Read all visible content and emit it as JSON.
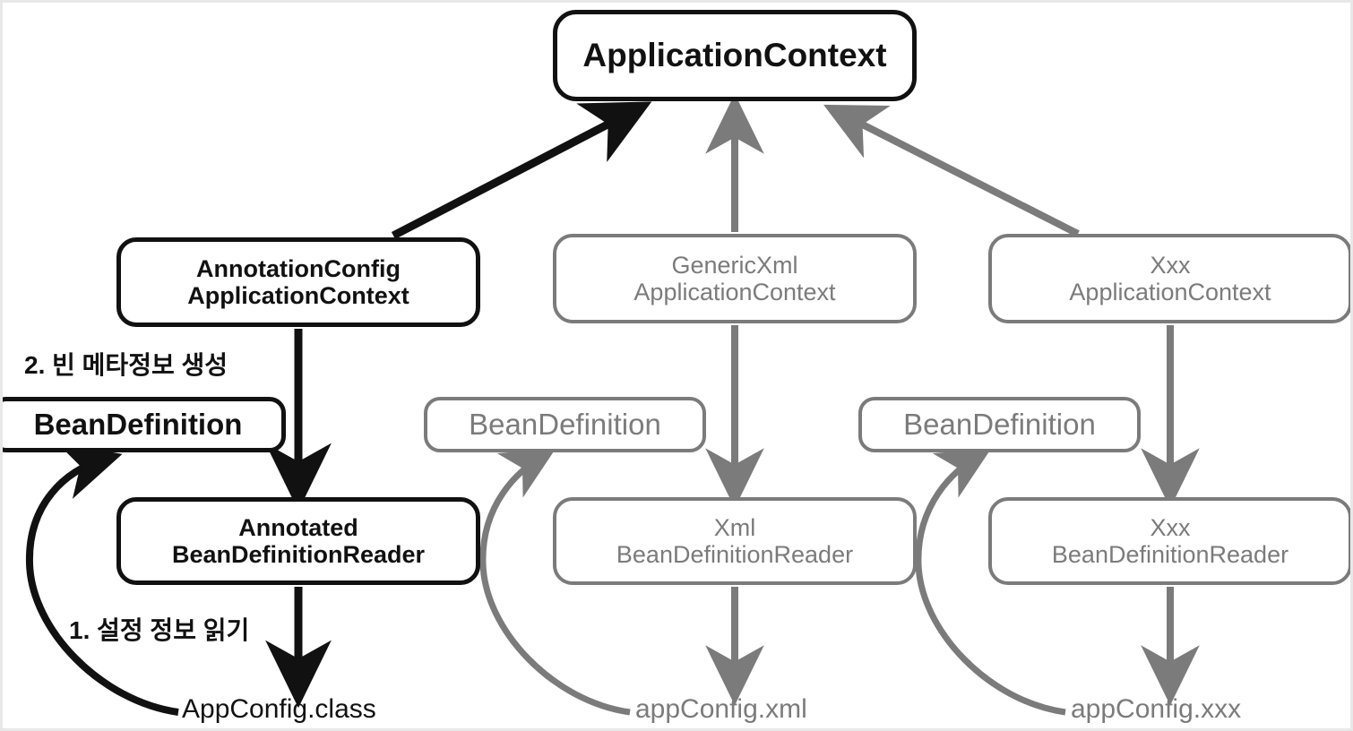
{
  "diagram": {
    "title": "Spring ApplicationContext / BeanDefinition reader flow",
    "colors": {
      "black": "#111111",
      "grey": "#7b7b7b",
      "background": "#ffffff",
      "frame_border": "#e8e8e8"
    }
  },
  "nodes": {
    "application_context": {
      "line1": "ApplicationContext"
    },
    "annotation_config_context": {
      "line1": "AnnotationConfig",
      "line2": "ApplicationContext"
    },
    "generic_xml_context": {
      "line1": "GenericXml",
      "line2": "ApplicationContext"
    },
    "xxx_context": {
      "line1": "Xxx",
      "line2": "ApplicationContext"
    },
    "bean_definition_left": {
      "line1": "BeanDefinition"
    },
    "bean_definition_mid": {
      "line1": "BeanDefinition"
    },
    "bean_definition_right": {
      "line1": "BeanDefinition"
    },
    "annotated_bean_definition_reader": {
      "line1": "Annotated",
      "line2": "BeanDefinitionReader"
    },
    "xml_bean_definition_reader": {
      "line1": "Xml",
      "line2": "BeanDefinitionReader"
    },
    "xxx_bean_definition_reader": {
      "line1": "Xxx",
      "line2": "BeanDefinitionReader"
    }
  },
  "labels": {
    "step_2": "2. 빈 메타정보 생성",
    "step_1": "1. 설정 정보 읽기",
    "app_config_class": "AppConfig.class",
    "app_config_xml": "appConfig.xml",
    "app_config_xxx": "appConfig.xxx"
  },
  "edges": [
    {
      "name": "annotation-config-to-application-context",
      "color": "black",
      "style": "diagonal-up-right"
    },
    {
      "name": "generic-xml-to-application-context",
      "color": "grey",
      "style": "vertical-up"
    },
    {
      "name": "xxx-context-to-application-context",
      "color": "grey",
      "style": "diagonal-up-left"
    },
    {
      "name": "annotation-config-to-annotated-reader",
      "color": "black",
      "style": "vertical-down"
    },
    {
      "name": "generic-xml-to-xml-reader",
      "color": "grey",
      "style": "vertical-down"
    },
    {
      "name": "xxx-context-to-xxx-reader",
      "color": "grey",
      "style": "vertical-down"
    },
    {
      "name": "annotated-reader-to-app-config-class",
      "color": "black",
      "style": "vertical-down"
    },
    {
      "name": "xml-reader-to-app-config-xml",
      "color": "grey",
      "style": "vertical-down"
    },
    {
      "name": "xxx-reader-to-app-config-xxx",
      "color": "grey",
      "style": "vertical-down"
    },
    {
      "name": "app-config-class-to-bean-definition",
      "color": "black",
      "style": "curve-up-left"
    },
    {
      "name": "app-config-xml-to-bean-definition",
      "color": "grey",
      "style": "curve-up-left"
    },
    {
      "name": "app-config-xxx-to-bean-definition",
      "color": "grey",
      "style": "curve-up-left"
    }
  ]
}
